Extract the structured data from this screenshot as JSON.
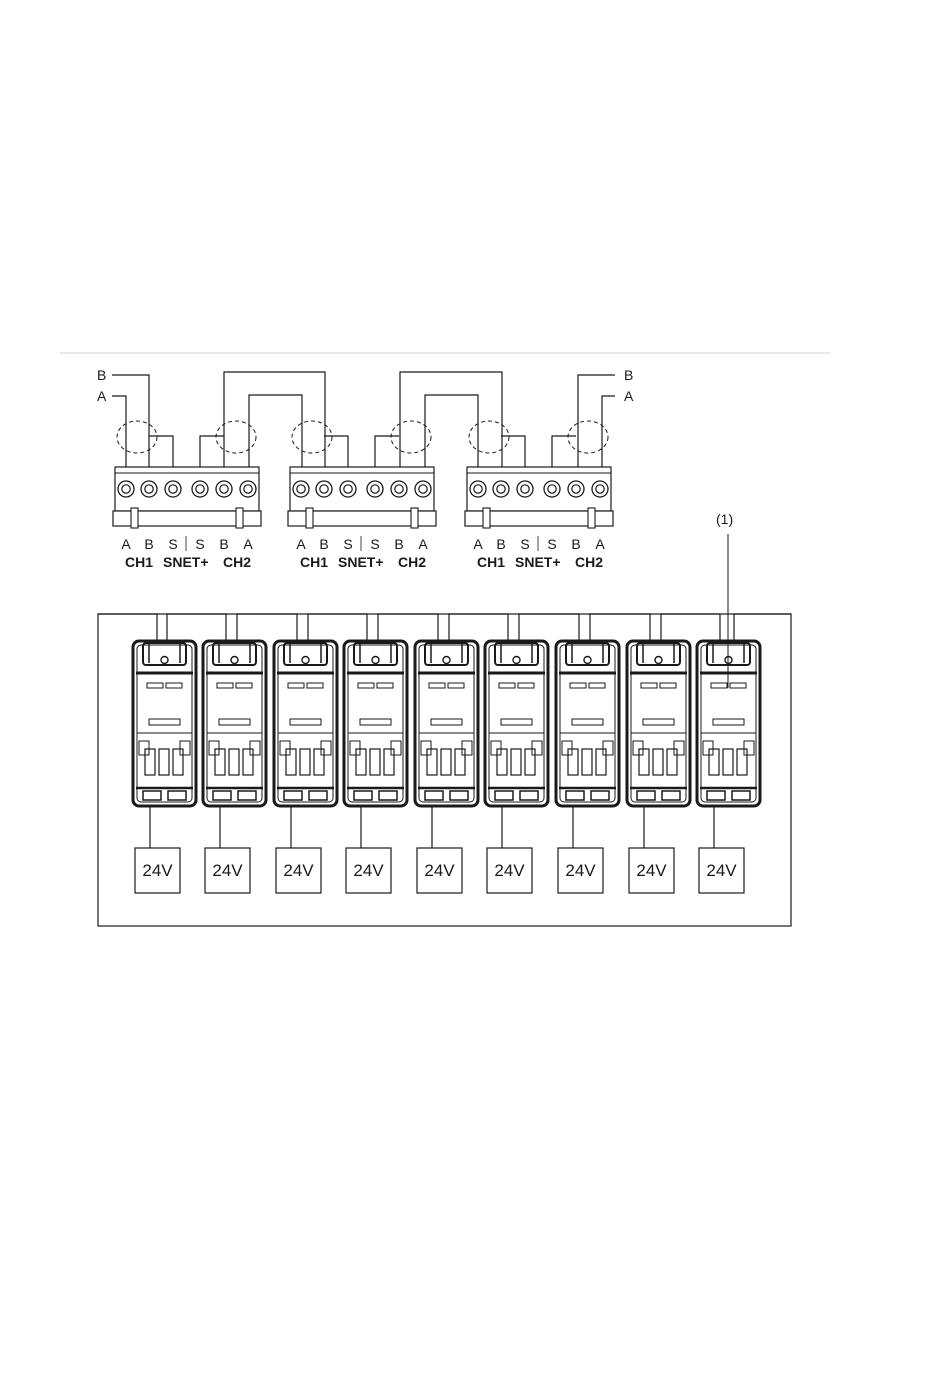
{
  "wire_labels": {
    "left": {
      "b": "B",
      "a": "A"
    },
    "right": {
      "b": "B",
      "a": "A"
    }
  },
  "callout": {
    "label": "(1)"
  },
  "terminal_blocks": [
    {
      "pins": [
        "A",
        "B",
        "S",
        "S",
        "B",
        "A"
      ],
      "groups": [
        "CH1",
        "SNET+",
        "CH2"
      ]
    },
    {
      "pins": [
        "A",
        "B",
        "S",
        "S",
        "B",
        "A"
      ],
      "groups": [
        "CH1",
        "SNET+",
        "CH2"
      ]
    },
    {
      "pins": [
        "A",
        "B",
        "S",
        "S",
        "B",
        "A"
      ],
      "groups": [
        "CH1",
        "SNET+",
        "CH2"
      ]
    }
  ],
  "power_supplies": [
    "24V",
    "24V",
    "24V",
    "24V",
    "24V",
    "24V",
    "24V",
    "24V",
    "24V"
  ],
  "colors": {
    "line": "#1a1a1a",
    "separator": "#d0d0d0",
    "background": "#ffffff"
  }
}
